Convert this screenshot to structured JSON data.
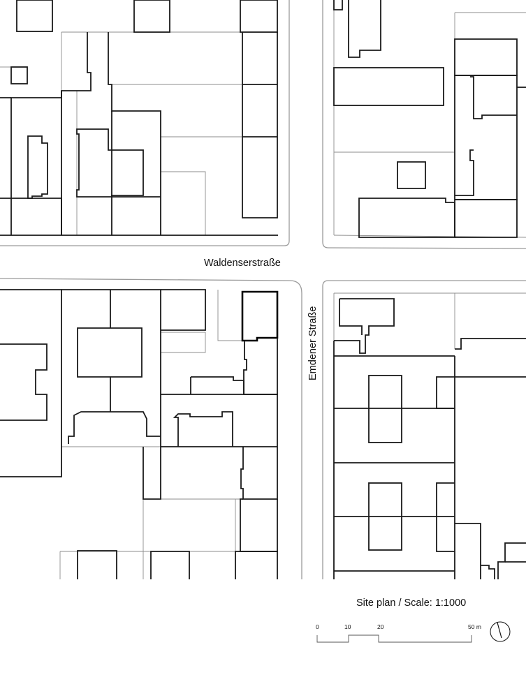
{
  "streets": {
    "horizontal": "Waldenserstraße",
    "vertical": "Emdener Straße"
  },
  "caption": "Site plan / Scale: 1:1000",
  "scale_bar": {
    "ticks": [
      "0",
      "10",
      "20",
      "50 m"
    ]
  },
  "north_arrow": {
    "icon": "north-arrow-icon"
  },
  "colors": {
    "buildings": "#1a1a1a",
    "plots": "#8c8c8c",
    "curbs": "#9a9a9a"
  }
}
